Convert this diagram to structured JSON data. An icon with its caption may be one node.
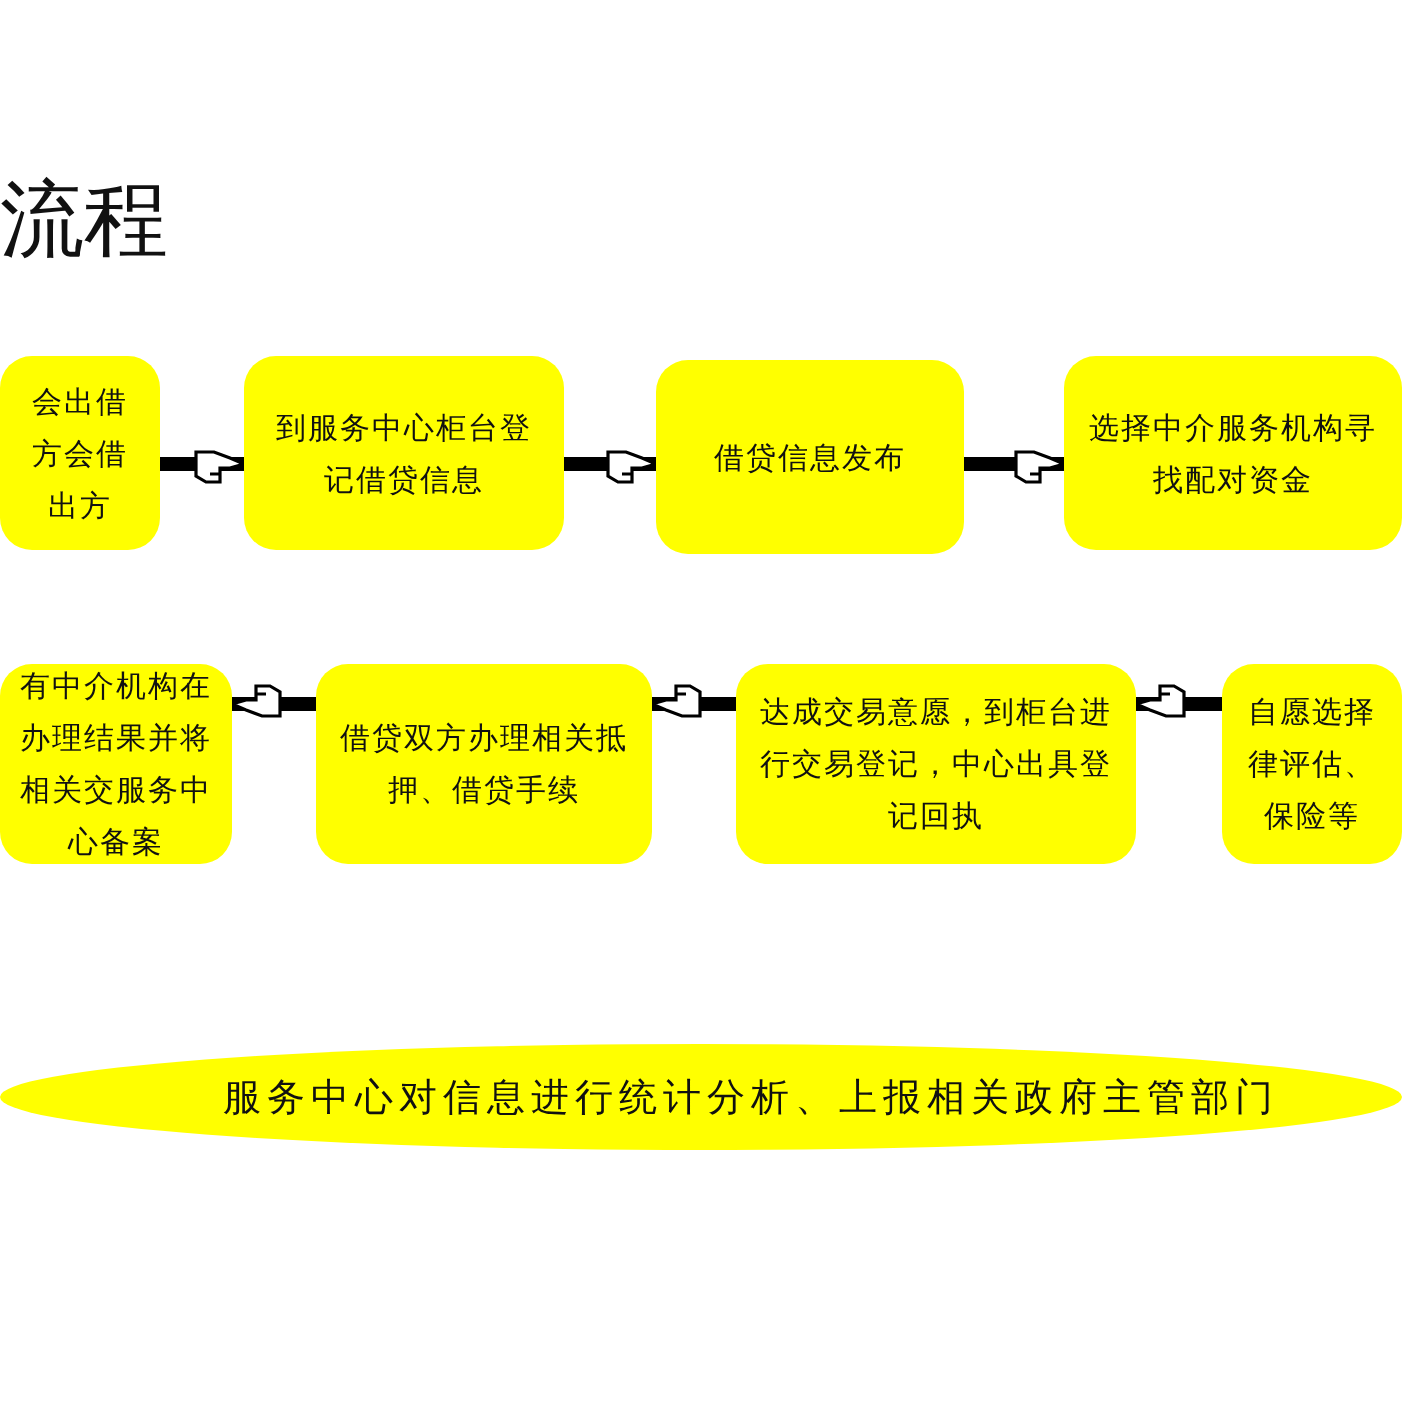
{
  "diagram": {
    "title": "流程",
    "nodes": [
      {
        "text": [
          "会出借方会借出方"
        ]
      },
      {
        "text": [
          "到服务中心柜台登记借贷信息"
        ]
      },
      {
        "text": [
          "借贷信息发布"
        ]
      },
      {
        "text": [
          "选择中介服务机构寻找配对资金"
        ]
      },
      {
        "text": [
          "有中介机构在办理结果并将相关交服务中心备案"
        ]
      },
      {
        "text": [
          "借贷双方办理相关抵押、借贷手续"
        ]
      },
      {
        "text": [
          "达成交易意愿，到柜台进行交易登记，中心出具登记回执"
        ]
      },
      {
        "text": [
          "自愿选择律评估、保险等"
        ]
      },
      {
        "text": [
          "服务中心对信息进行统计分析、上报相关政府主管部门"
        ]
      }
    ],
    "edges": [
      {
        "from": 0,
        "to": 1,
        "arrow": "to"
      },
      {
        "from": 1,
        "to": 2,
        "arrow": "to"
      },
      {
        "from": 2,
        "to": 3,
        "arrow": "to"
      },
      {
        "from": 7,
        "to": 6,
        "arrow": "to"
      },
      {
        "from": 6,
        "to": 5,
        "arrow": "to"
      },
      {
        "from": 5,
        "to": 4,
        "arrow": "to"
      }
    ]
  }
}
